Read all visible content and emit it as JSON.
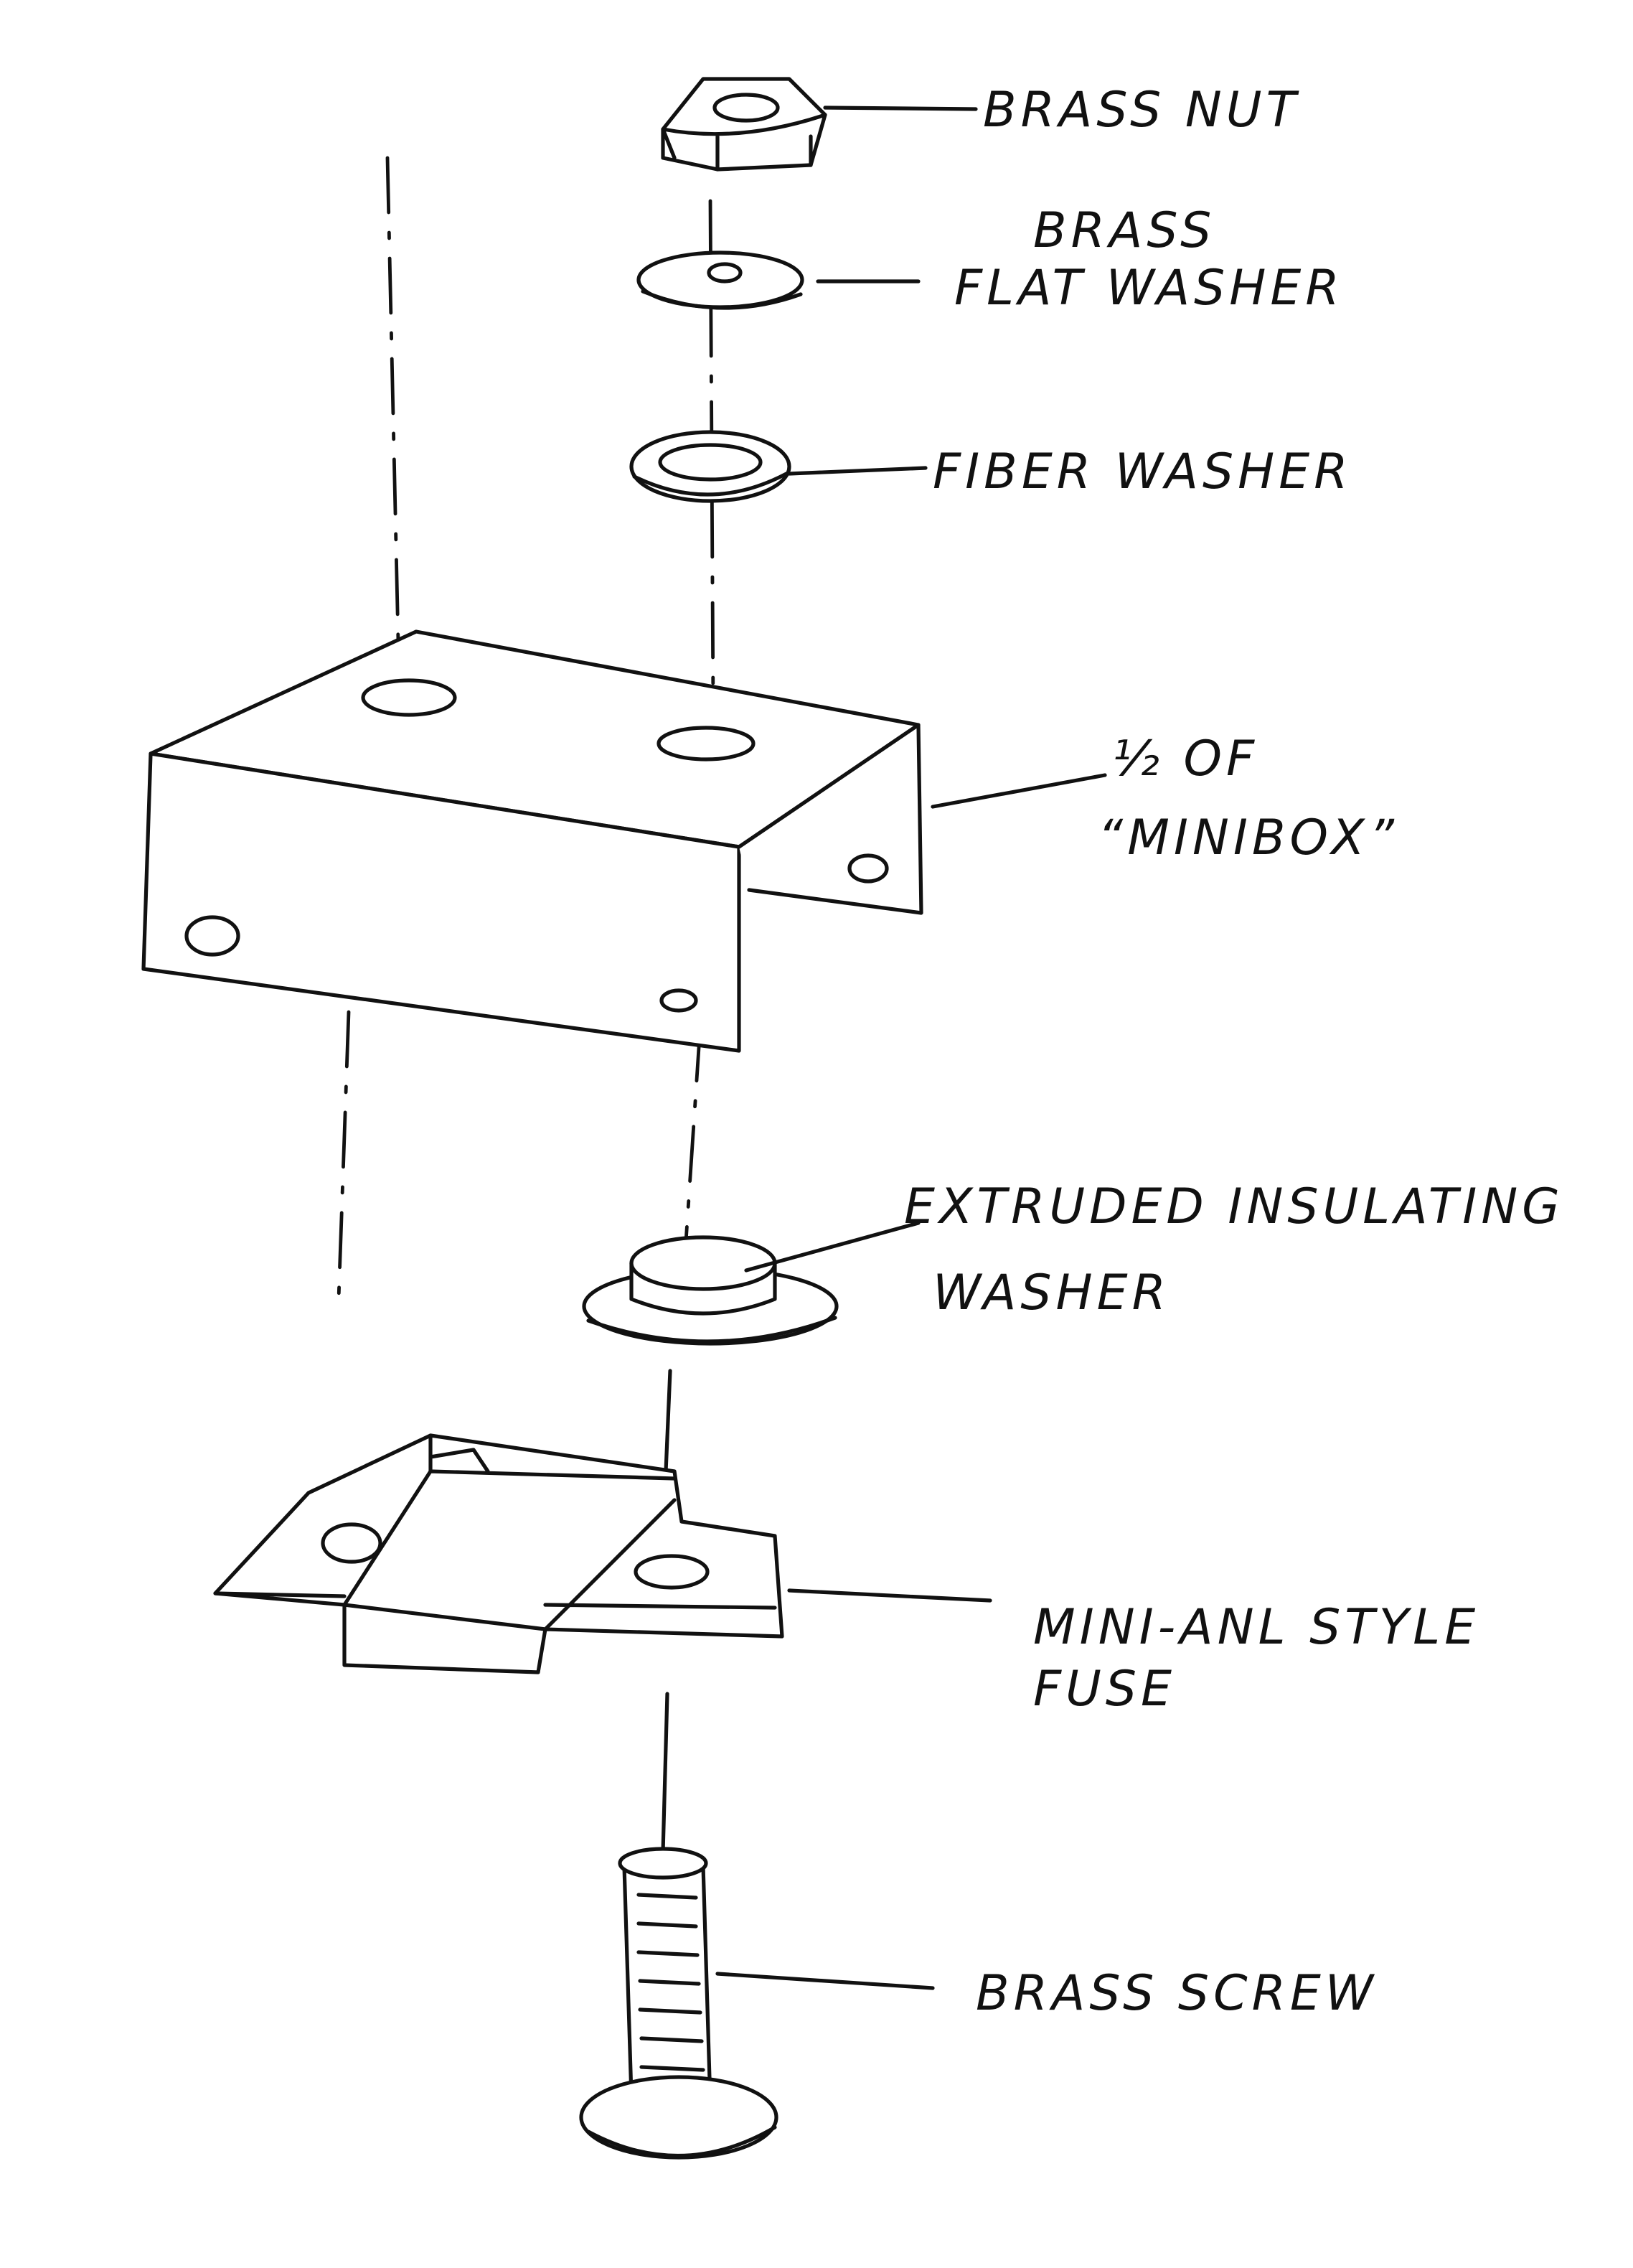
{
  "title": "Exploded view: fuse mount assembly",
  "labels": {
    "brass_nut": "BRASS NUT",
    "flat_washer_1": "BRASS",
    "flat_washer_2": "FLAT WASHER",
    "fiber_washer": "FIBER WASHER",
    "minibox_1": "½ OF",
    "minibox_2": "“MINIBOX”",
    "insulating_1": "EXTRUDED INSULATING",
    "insulating_2": "WASHER",
    "fuse_1": "MINI-ANL STYLE",
    "fuse_2": "FUSE",
    "screw": "BRASS SCREW"
  },
  "colors": {
    "ink": "#111111",
    "paper": "#ffffff"
  }
}
